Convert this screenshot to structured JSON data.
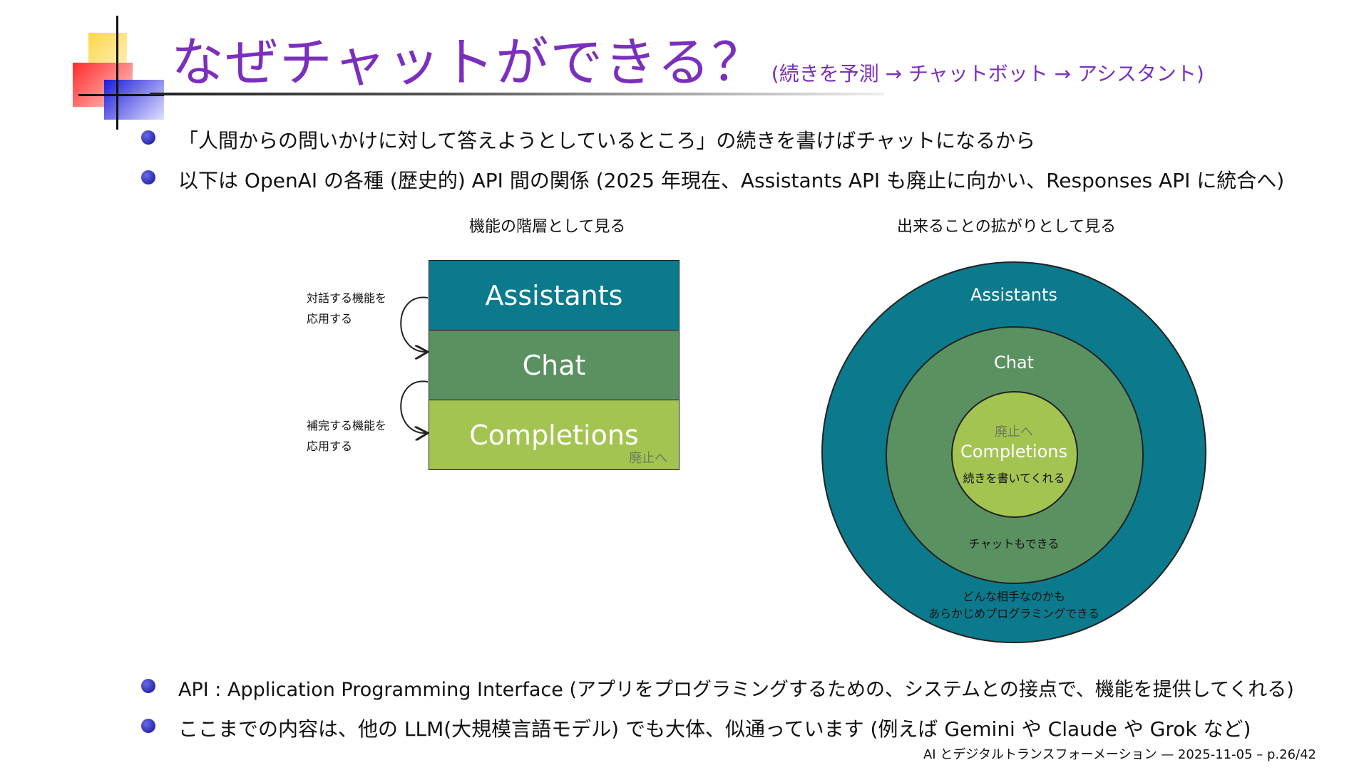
{
  "colors": {
    "title": "#7b2fbe",
    "assistants": "#0b7a8c",
    "chat": "#5a9160",
    "completions": "#a4c452",
    "deprecated_text": "#6e7d5a"
  },
  "title": {
    "main": "なぜチャットができる？",
    "sub": "(続きを予測 → チャットボット → アシスタント)"
  },
  "bullets_top": [
    "「人間からの問いかけに対して答えようとしているところ」の続きを書けばチャットになるから",
    "以下は OpenAI の各種 (歴史的) API 間の関係 (2025 年現在、Assistants API も廃止に向かい、Responses API に統合へ)"
  ],
  "left_diagram": {
    "title": "機能の階層として見る",
    "layers": [
      "Assistants",
      "Chat",
      "Completions"
    ],
    "deprecated_label": "廃止へ",
    "note_upper": [
      "対話する機能を",
      "応用する"
    ],
    "note_lower": [
      "補完する機能を",
      "応用する"
    ]
  },
  "right_diagram": {
    "title": "出来ることの拡がりとして見る",
    "outer_label": "Assistants",
    "outer_desc_1": "どんな相手なのかも",
    "outer_desc_2": "あらかじめプログラミングできる",
    "middle_label": "Chat",
    "middle_desc": "チャットもできる",
    "inner_deprecated": "廃止へ",
    "inner_label": "Completions",
    "inner_desc": "続きを書いてくれる"
  },
  "bullets_bottom": [
    "API : Application Programming Interface (アプリをプログラミングするための、システムとの接点で、機能を提供してくれる)",
    "ここまでの内容は、他の LLM(大規模言語モデル) でも大体、似通っています (例えば Gemini や Claude や Grok など)"
  ],
  "footer": "AI とデジタルトランスフォーメーション — 2025-11-05 – p.26/42"
}
